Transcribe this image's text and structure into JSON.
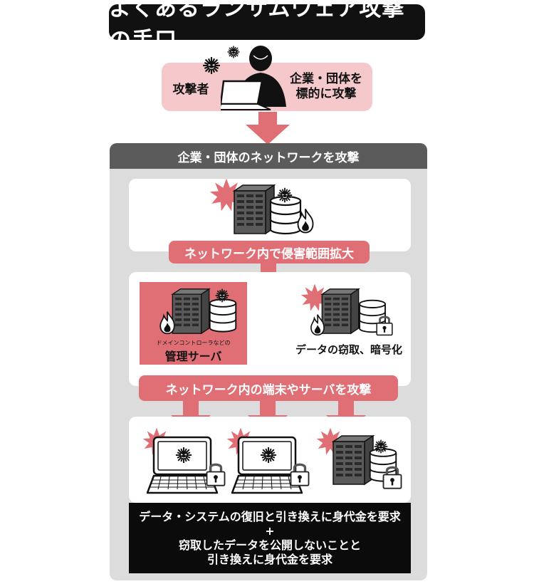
{
  "title": "よくあるランサムウェア攻撃の手口",
  "attacker": {
    "label": "攻撃者",
    "action_line1": "企業・団体を",
    "action_line2": "標的に攻撃"
  },
  "network_panel": {
    "header": "企業・団体のネットワークを攻撃"
  },
  "step1_banner": "ネットワーク内で侵害範囲拡大",
  "admin_server": {
    "caption_small": "ドメインコントローラなどの",
    "caption": "管理サーバ"
  },
  "data_theft_caption": "データの窃取、暗号化",
  "step2_banner": "ネットワーク内の端末やサーバを攻撃",
  "demand": {
    "line1": "データ・システムの復旧と引き換えに身代金を要求",
    "plus": "+",
    "line2": "窃取したデータを公開しないことと",
    "line3": "引き換えに身代金を要求"
  },
  "colors": {
    "accent_pink": "#e06f75",
    "light_pink": "#f5c9cb",
    "panel_gray": "#dcdcdc",
    "header_gray": "#5b5b5b",
    "dark": "#111111"
  },
  "icons": [
    "virus-icon",
    "hacker-icon",
    "laptop-icon",
    "server-icon",
    "database-icon",
    "fire-icon",
    "lock-icon",
    "burst-icon"
  ]
}
